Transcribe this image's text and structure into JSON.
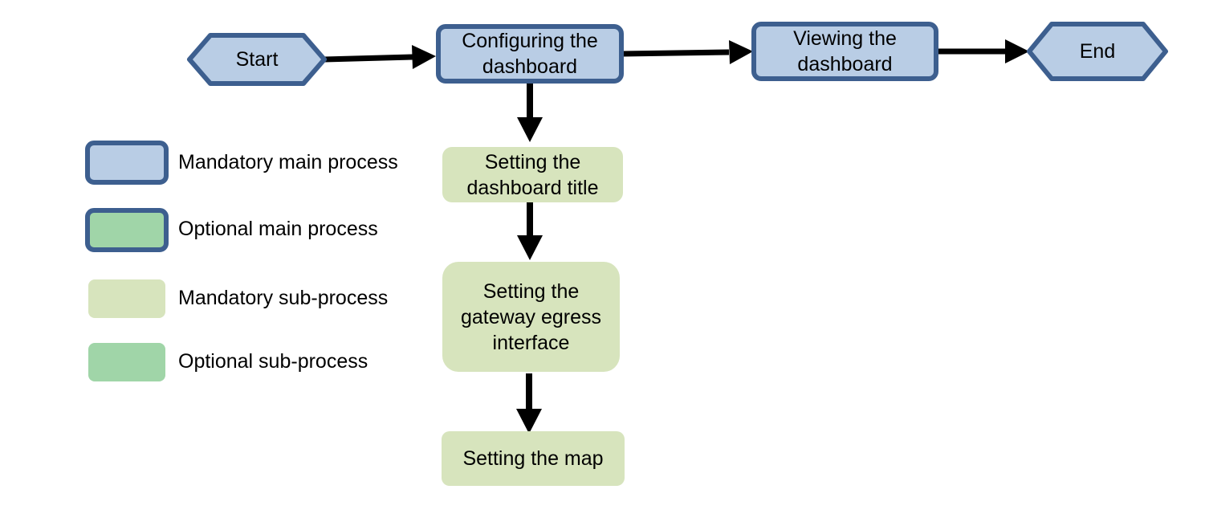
{
  "diagram": {
    "nodes": {
      "start": "Start",
      "configure": "Configuring the dashboard",
      "view": "Viewing the dashboard",
      "end": "End",
      "title": "Setting the dashboard title",
      "gateway": "Setting the gateway egress interface",
      "map": "Setting the map"
    },
    "edges": [
      {
        "from": "start",
        "to": "configure"
      },
      {
        "from": "configure",
        "to": "view"
      },
      {
        "from": "view",
        "to": "end"
      },
      {
        "from": "configure",
        "to": "title"
      },
      {
        "from": "title",
        "to": "gateway"
      },
      {
        "from": "gateway",
        "to": "map"
      }
    ]
  },
  "legend": {
    "mandatory_main": "Mandatory main process",
    "optional_main": "Optional main process",
    "mandatory_sub": "Mandatory sub-process",
    "optional_sub": "Optional sub-process"
  },
  "colors": {
    "main_fill": "#b9cde5",
    "main_border": "#3d5f8f",
    "optional_fill": "#a0d5a8",
    "sub_fill": "#d7e4bd",
    "arrow": "#000000"
  }
}
